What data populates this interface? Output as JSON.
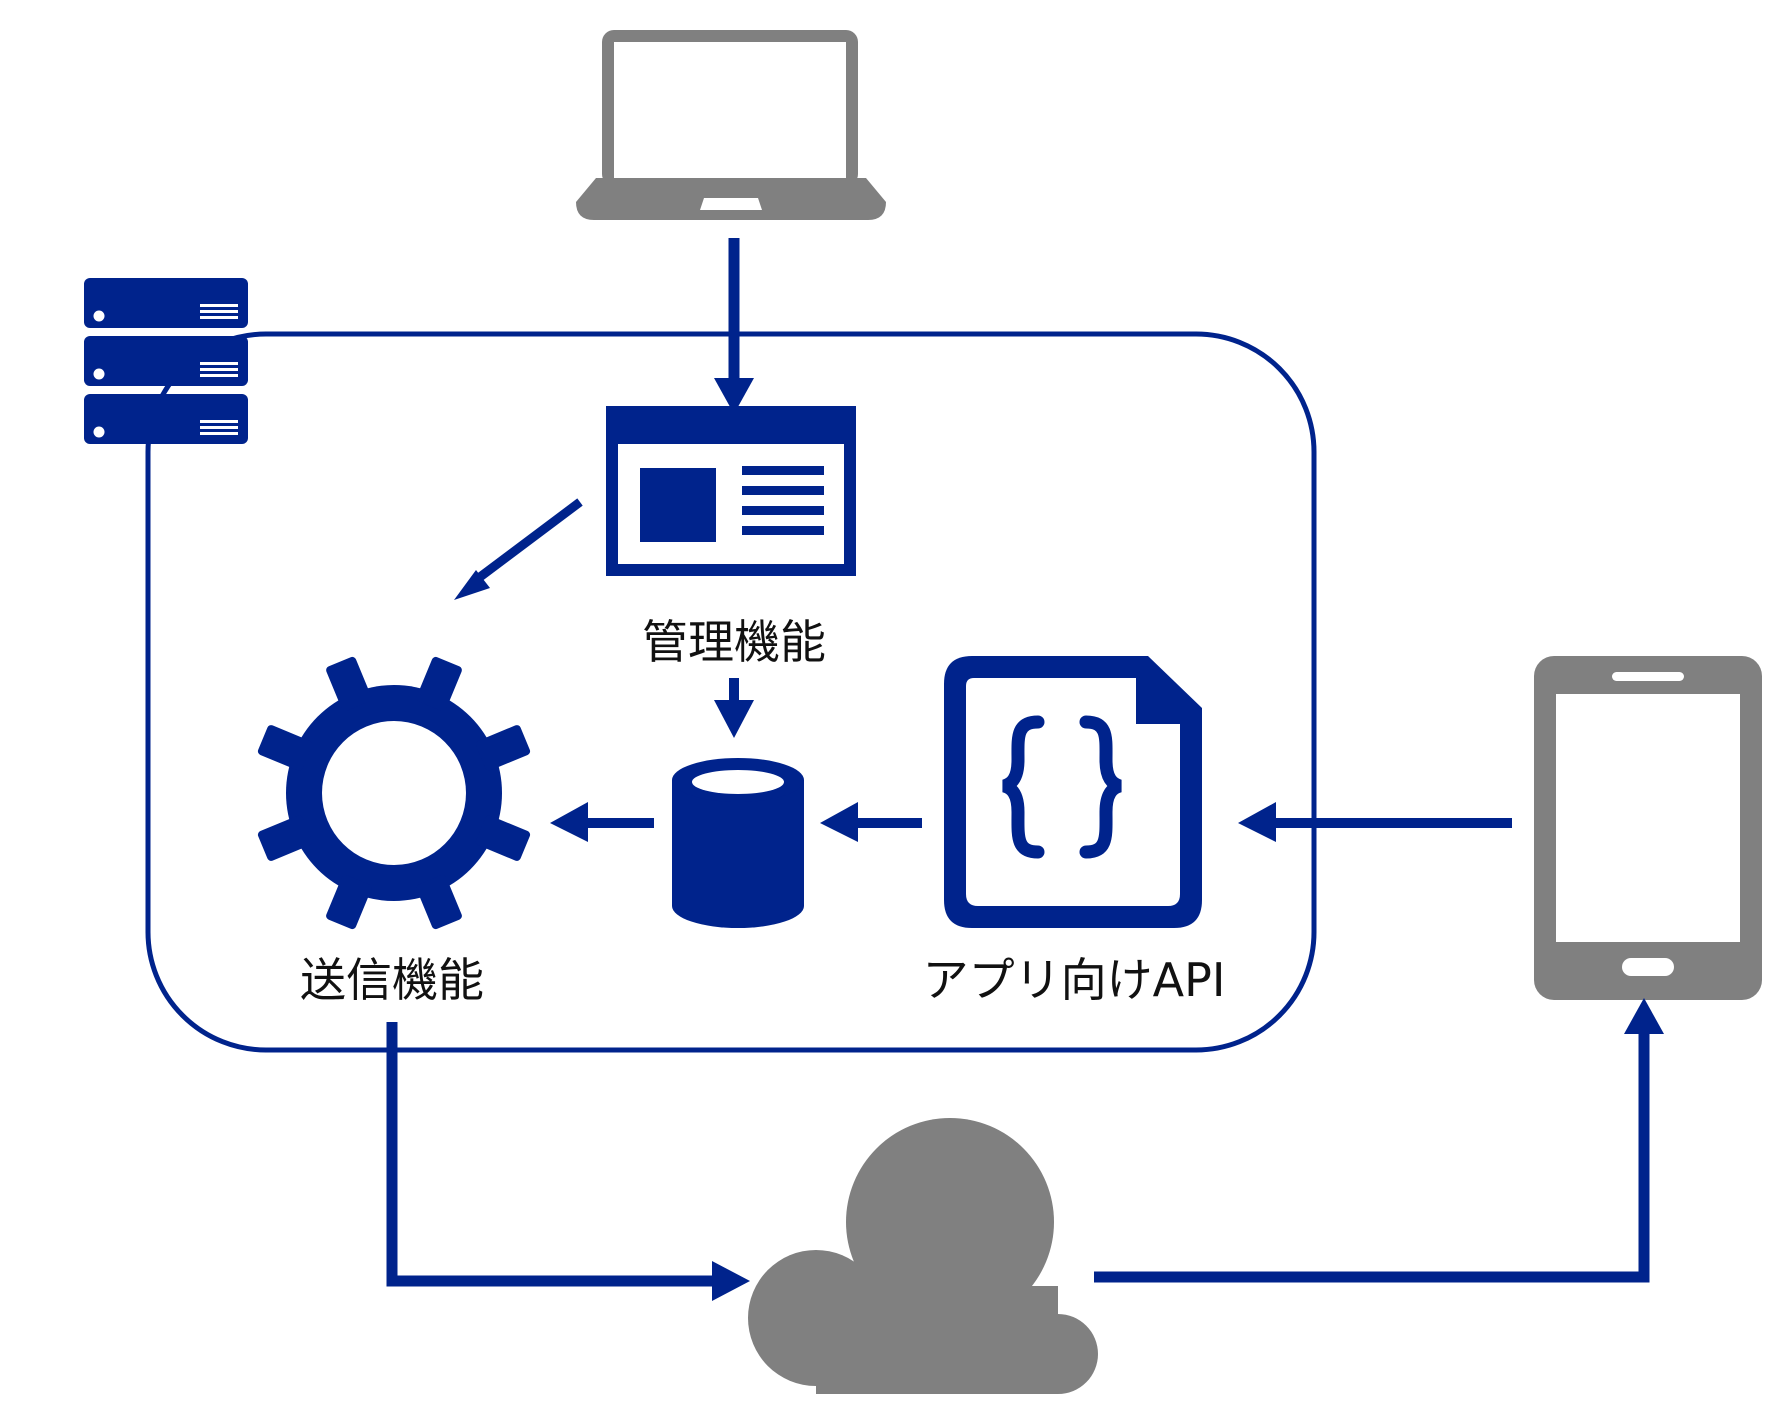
{
  "labels": {
    "admin": "管理機能",
    "sender": "送信機能",
    "app_api": "アプリ向けAPI"
  },
  "icons": {
    "laptop": "laptop-icon",
    "server": "server-rack-icon",
    "admin": "admin-panel-icon",
    "sender": "gear-icon",
    "database": "database-icon",
    "api": "json-file-icon",
    "smartphone": "smartphone-icon",
    "cloud": "cloud-icon"
  },
  "colors": {
    "primary": "#00238C",
    "device": "#808080",
    "background": "#FFFFFF"
  }
}
